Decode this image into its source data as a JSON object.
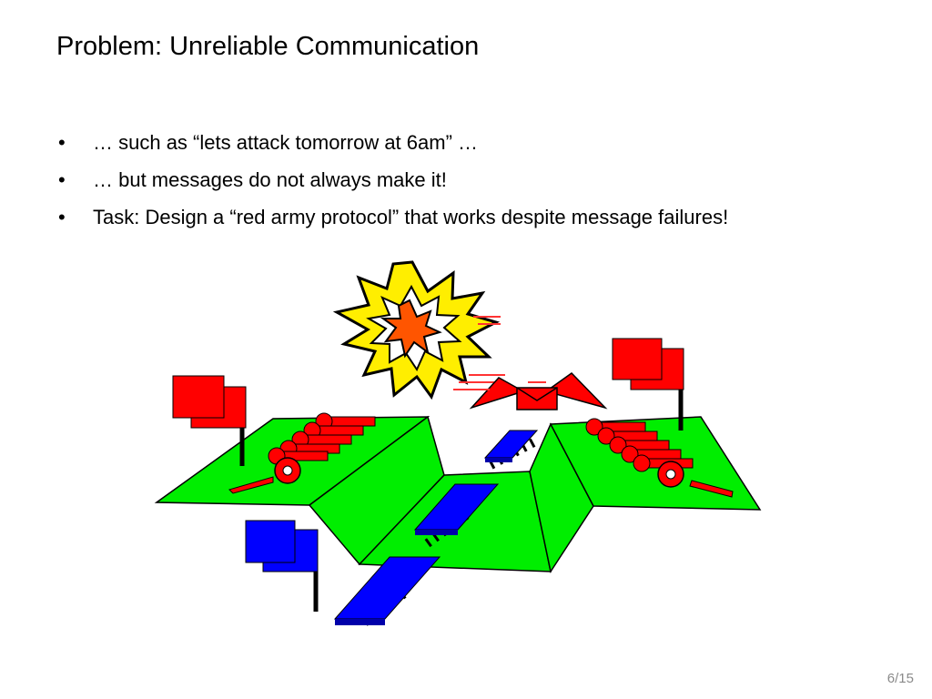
{
  "slide": {
    "title": "Problem: Unreliable Communication",
    "bullets": [
      "… such as “lets attack tomorrow at 6am” …",
      "… but messages do not always make it!",
      "Task: Design a “red army protocol” that works despite message failures!"
    ],
    "page_number": "6/15"
  },
  "illustration": {
    "icons": [
      "explosion-icon",
      "winged-envelope-icon",
      "red-flag-icon",
      "blue-flag-icon",
      "cannon-icon",
      "tank-icon"
    ],
    "colors": {
      "terrain": "#00ee00",
      "red_army": "#ff0000",
      "blue_army": "#0000ff",
      "explosion_outer": "#ffee00",
      "explosion_inner": "#ff5500",
      "outline": "#000000"
    }
  }
}
